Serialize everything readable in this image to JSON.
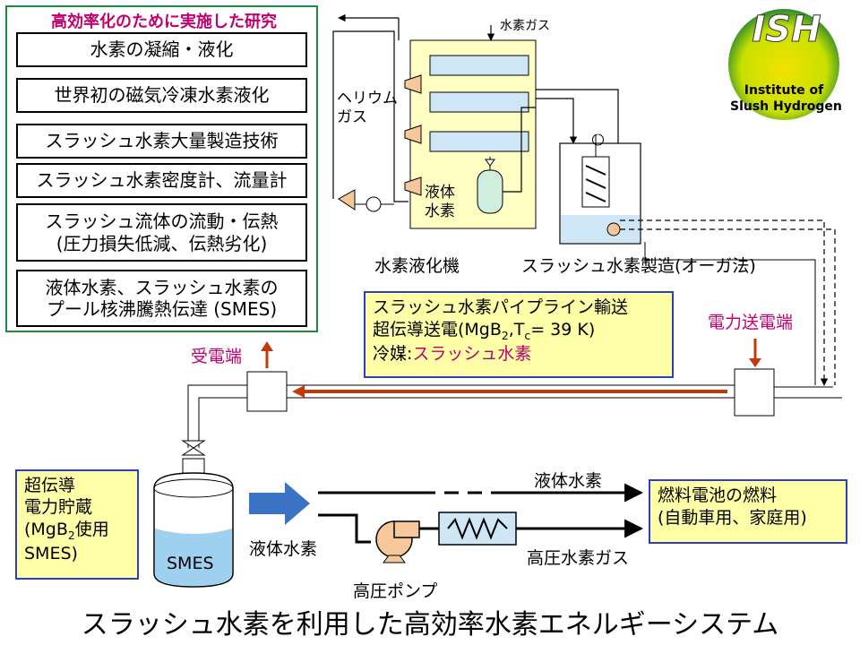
{
  "research": {
    "title": "高効率化のために実施した研究",
    "items": [
      "水素の凝縮・液化",
      "世界初の磁気冷凍水素液化",
      "スラッシュ水素大量製造技術",
      "スラッシュ水素密度計、流量計",
      "スラッシュ流体の流動・伝熱",
      "(圧力損失低減、伝熱劣化)",
      "液体水素、スラッシュ水素の",
      "プール核沸騰熱伝達 (SMES)"
    ]
  },
  "logo": {
    "mark": "ISH",
    "line1": "Institute of",
    "line2": "Slush Hydrogen"
  },
  "labels": {
    "hydrogen_gas": "水素ガス",
    "helium_gas_1": "ヘリウム",
    "helium_gas_2": "ガス",
    "liquid_h2_tank_1": "液体",
    "liquid_h2_tank_2": "水素",
    "liquefier": "水素液化機",
    "slush_production": "スラッシュ水素製造(オーガ法)",
    "power_send": "電力送電端",
    "power_receive": "受電端",
    "liquid_h2_flow": "液体水素",
    "liquid_h2_out": "液体水素",
    "high_pressure_pump": "高圧ポンプ",
    "high_pressure_gas": "高圧水素ガス",
    "smes_tank": "SMES"
  },
  "pipeline_box": {
    "line1": "スラッシュ水素パイプライン輸送",
    "line2_prefix": "超伝導送電(MgB",
    "line2_sub2": "2",
    "line2_mid": ",T",
    "line2_subc": "c",
    "line2_suffix": "= 39 K)",
    "line3_prefix": "冷媒:",
    "line3_accent": "スラッシュ水素"
  },
  "smes_box": {
    "line1": "超伝導",
    "line2": "電力貯蔵",
    "line3_prefix": "(MgB",
    "line3_sub": "2",
    "line3_suffix": "使用",
    "line4": "SMES)"
  },
  "fuel_box": {
    "line1": "燃料電池の燃料",
    "line2": "(自動車用、家庭用)"
  },
  "main_title": "スラッシュ水素を利用した高効率水素エネルギーシステム",
  "colors": {
    "panel_border": "#1f8a3a",
    "accent_magenta": "#c0006e",
    "callout_fill": "#ffffa8",
    "callout_border": "#2b3fbf",
    "liquefier_fill": "#ffffc4",
    "heat_exchanger_fill": "#cfe6f7",
    "power_arrow": "#c0390b",
    "flow_arrow": "#3a72c4",
    "pump_fill": "#f6c79a",
    "logo_green": "#2e8b2e",
    "logo_yellow": "#f2e200"
  }
}
